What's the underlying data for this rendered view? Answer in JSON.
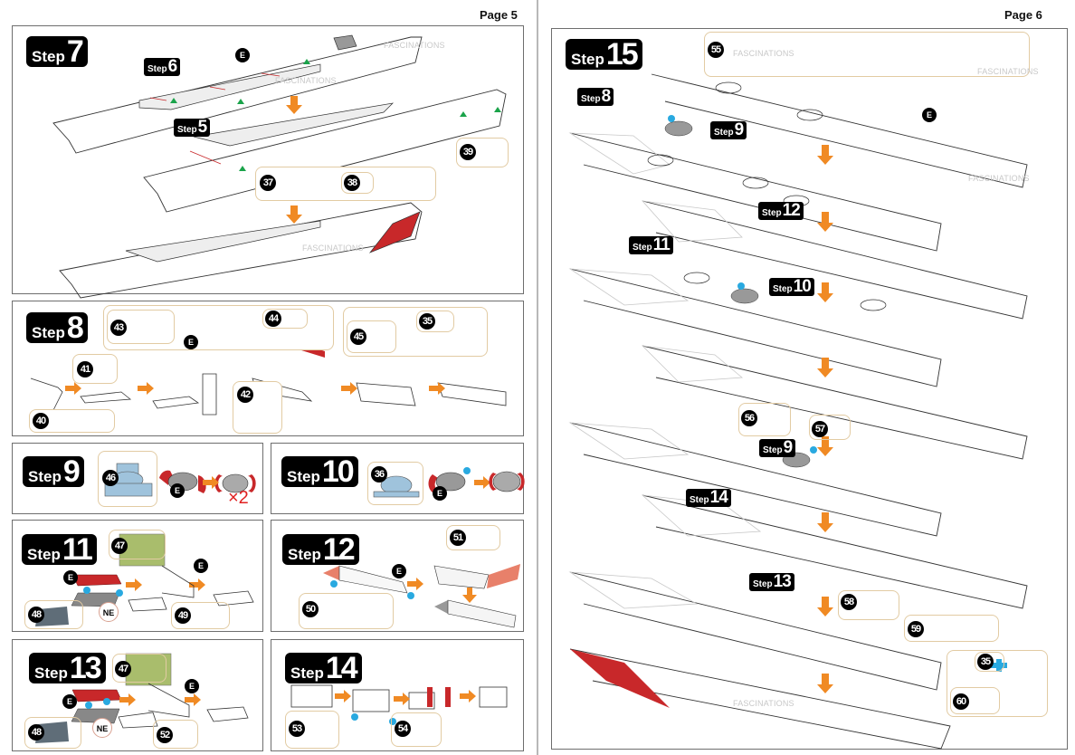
{
  "document": {
    "title": "Metal model assembly instructions — Pages 5 and 6",
    "brand_watermark": "FASCINATIONS",
    "colors": {
      "badge": "#000000",
      "arrow": "#f08a24",
      "part_box_border": "#e2cba3",
      "glue_dot": "#29a9e0",
      "tab_marker": "#1aa34a",
      "red_part": "#c8282a",
      "green_part": "#a9bd6c",
      "slate_part": "#5f6d78",
      "blue_part": "#9fc3dc"
    }
  },
  "pages": [
    {
      "label": "Page 5",
      "steps": [
        {
          "id": "step7",
          "word": "Step",
          "number": "7",
          "refs": [
            {
              "word": "Step",
              "number": "6"
            },
            {
              "word": "Step",
              "number": "5"
            }
          ],
          "parts": [
            "37",
            "38",
            "39"
          ],
          "markers": [
            "E"
          ]
        },
        {
          "id": "step8",
          "word": "Step",
          "number": "8",
          "parts": [
            "40",
            "41",
            "42",
            "43",
            "44",
            "45",
            "35"
          ],
          "markers": [
            "E"
          ]
        },
        {
          "id": "step9",
          "word": "Step",
          "number": "9",
          "parts": [
            "46"
          ],
          "markers": [
            "E"
          ],
          "multiplier": "×2"
        },
        {
          "id": "step10",
          "word": "Step",
          "number": "10",
          "parts": [
            "36"
          ],
          "markers": [
            "E"
          ]
        },
        {
          "id": "step11",
          "word": "Step",
          "number": "11",
          "parts": [
            "47",
            "48",
            "49"
          ],
          "markers": [
            "E",
            "E",
            "NE"
          ]
        },
        {
          "id": "step12",
          "word": "Step",
          "number": "12",
          "parts": [
            "50",
            "51"
          ],
          "markers": [
            "E"
          ]
        },
        {
          "id": "step13",
          "word": "Step",
          "number": "13",
          "parts": [
            "47",
            "48",
            "52"
          ],
          "markers": [
            "E",
            "E",
            "NE"
          ]
        },
        {
          "id": "step14",
          "word": "Step",
          "number": "14",
          "parts": [
            "53",
            "54"
          ]
        }
      ]
    },
    {
      "label": "Page 6",
      "steps": [
        {
          "id": "step15",
          "word": "Step",
          "number": "15",
          "parts": [
            "55",
            "56",
            "57",
            "58",
            "59",
            "35",
            "60"
          ],
          "markers": [
            "E"
          ],
          "refs": [
            {
              "word": "Step",
              "number": "8"
            },
            {
              "word": "Step",
              "number": "9"
            },
            {
              "word": "Step",
              "number": "12"
            },
            {
              "word": "Step",
              "number": "11"
            },
            {
              "word": "Step",
              "number": "10"
            },
            {
              "word": "Step",
              "number": "9"
            },
            {
              "word": "Step",
              "number": "14"
            },
            {
              "word": "Step",
              "number": "13"
            }
          ]
        }
      ]
    }
  ]
}
